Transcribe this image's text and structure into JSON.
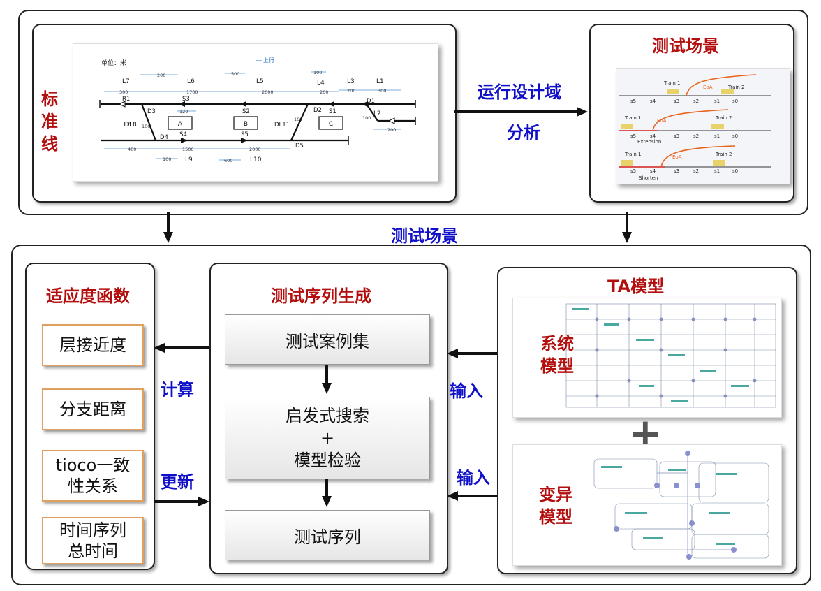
{
  "top": {
    "standard_line_label": "标准线",
    "scenario_title": "测试场景",
    "odd_label": "运行设计域",
    "analysis_label": "分析",
    "track": {
      "unit": "单位：米",
      "direction": "上行",
      "sections": [
        "L7",
        "L6",
        "L5",
        "L4",
        "L3",
        "L1",
        "L2",
        "L8",
        "L9",
        "L10"
      ],
      "stations": [
        "A",
        "B",
        "C"
      ],
      "signals": [
        "R1",
        "S3",
        "S2",
        "S1",
        "D1",
        "D2",
        "D3",
        "D4",
        "D5",
        "S4",
        "S5"
      ],
      "dl": [
        "DL8",
        "DL11"
      ],
      "distances": [
        "200",
        "500",
        "100",
        "300",
        "1700",
        "2000",
        "200",
        "200",
        "300",
        "120",
        "100",
        "100",
        "100",
        "200",
        "400",
        "1500",
        "2000",
        "100",
        "600"
      ]
    },
    "scenario": {
      "rows": [
        {
          "train_left": "Train 1",
          "train_right": "Train 2",
          "eoa": "EoA",
          "caption": "",
          "slots": [
            "s5",
            "s4",
            "s3",
            "s2",
            "s1",
            "s0"
          ]
        },
        {
          "train_left": "Train 1",
          "train_right": "Train 2",
          "eoa": "EoA",
          "caption": "Extension",
          "slots": [
            "s5",
            "s4",
            "s3",
            "s2",
            "s1",
            "s0"
          ]
        },
        {
          "train_left": "Train 1",
          "train_right": "Train 2",
          "eoa": "EoA",
          "caption": "Shorten",
          "slots": [
            "s5",
            "s4",
            "s3",
            "s2",
            "s1",
            "s0"
          ]
        }
      ]
    }
  },
  "middle": {
    "label": "测试场景"
  },
  "bottom": {
    "fitness": {
      "title": "适应度函数",
      "items": [
        "层接近度",
        "分支距离",
        "tioco一致\n性关系",
        "时间序列\n总时间"
      ]
    },
    "calc_label": "计算",
    "update_label": "更新",
    "gen": {
      "title": "测试序列生成",
      "boxes": [
        "测试案例集",
        "启发式搜索\n+\n模型检验",
        "测试序列"
      ]
    },
    "input_label_1": "输入",
    "input_label_2": "输入",
    "ta": {
      "title": "TA模型",
      "system_label": "系统\n模型",
      "mutant_label": "变异\n模型",
      "plus": "+"
    }
  },
  "colors": {
    "title_red": "#b40f0f",
    "label_blue": "#1010c8",
    "eoa_orange": "#e8641e",
    "orange_border": "#e0a060"
  }
}
